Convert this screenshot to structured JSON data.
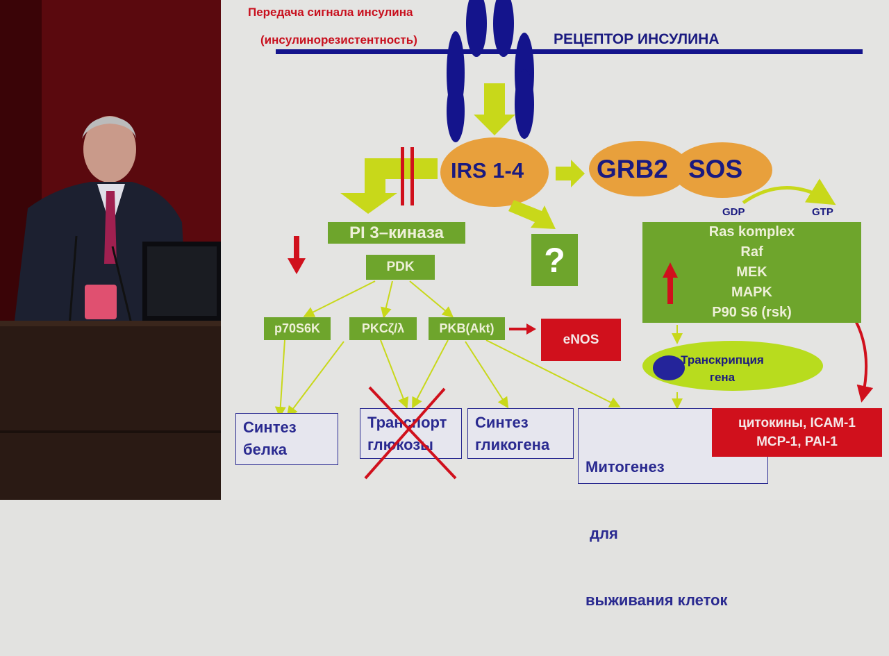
{
  "slide": {
    "title_line1": "Передача сигнала инсулина",
    "title_line2": "(инсулинорезистентность)",
    "receptor_label": "РЕЦЕПТОР ИНСУЛИНА",
    "irs": "IRS 1-4",
    "grb2": "GRB2",
    "sos": "SOS",
    "gdp": "GDP",
    "gtp": "GTP",
    "ras_lines": [
      "Ras komplex",
      "Raf",
      "MEK",
      "MAPK",
      "P90 S6 (rsk)"
    ],
    "question": "?",
    "pi3k": "PI 3–киназа",
    "pdk": "PDK",
    "p70": "p70S6K",
    "pkc": "PKCζ/λ",
    "pkb": "PKB(Akt)",
    "enos": "eNOS",
    "transcription_line1": "Транскрипция",
    "transcription_line2": "гена",
    "outcomes": {
      "protein_line1": "Синтез",
      "protein_line2": "белка",
      "glucose_line1": "Транспорт",
      "glucose_line2": "глюкозы",
      "glycogen_line1": "Синтез",
      "glycogen_line2": "гликогена",
      "mitogenesis_line1": "Митогенез",
      "mitogenesis_line2": " для",
      "mitogenesis_line3": "выживания клеток"
    },
    "cytokines_line1": "цитокины, ICAM-1",
    "cytokines_line2": "MCP-1, PAI-1"
  },
  "colors": {
    "green_box": "#6ea52c",
    "orange": "#e8a03c",
    "navy": "#14148c",
    "red": "#d0101c",
    "arrow_yellow": "#c8d81a"
  }
}
